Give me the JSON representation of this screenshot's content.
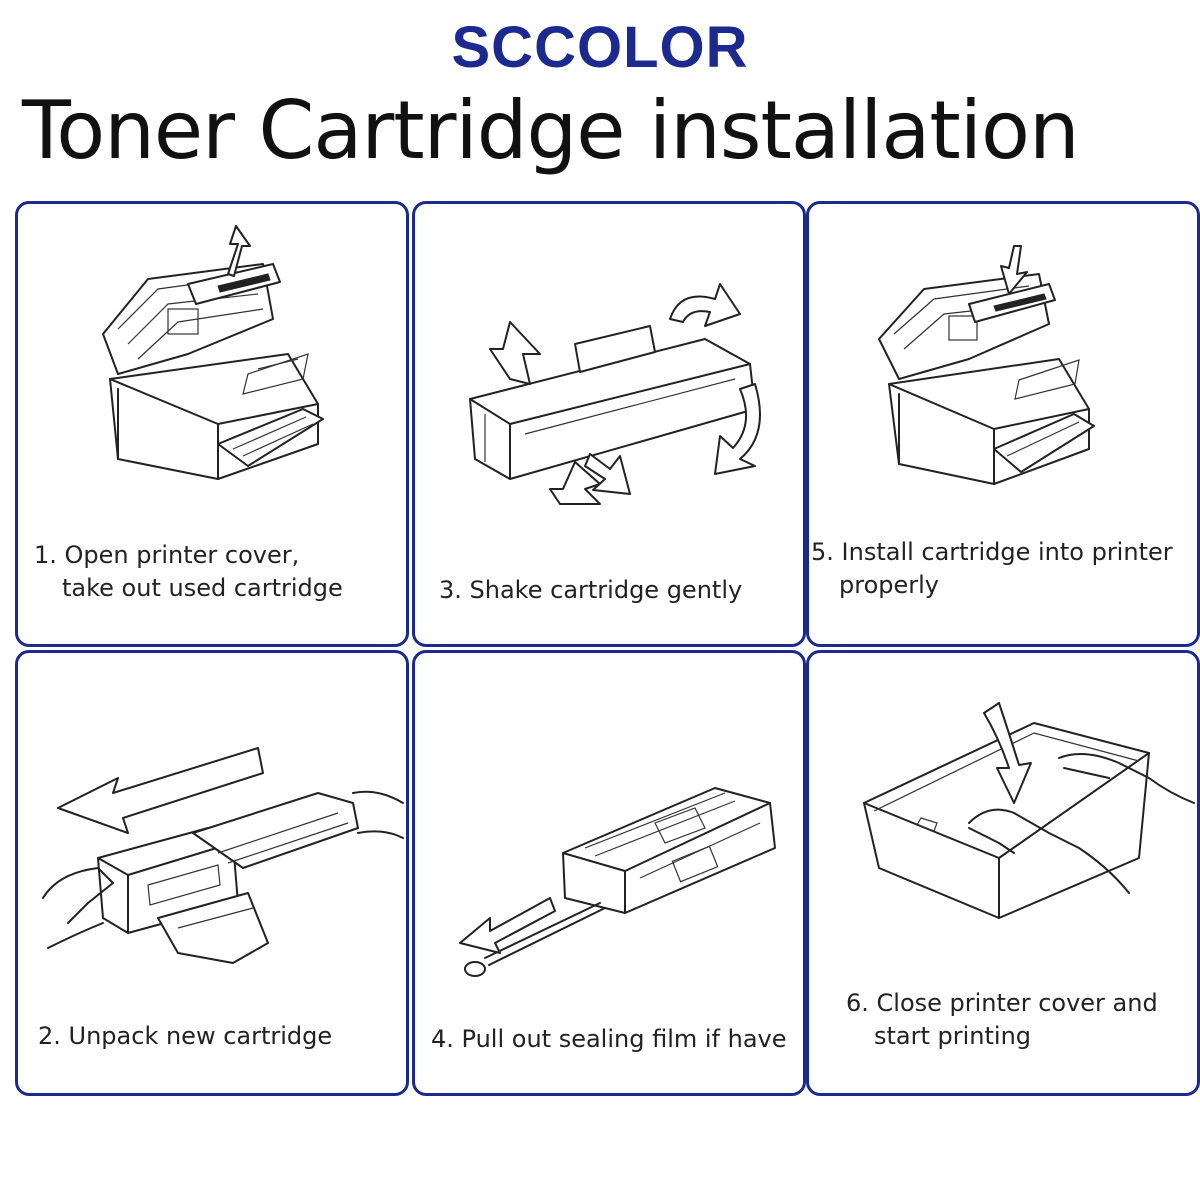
{
  "header": {
    "brand": "SCCOLOR",
    "title": "Toner Cartridge installation"
  },
  "steps": [
    {
      "line1": "1. Open printer cover,",
      "line2": "take out used cartridge"
    },
    {
      "line1": "3. Shake cartridge gently",
      "line2": ""
    },
    {
      "line1": "5. Install cartridge into printer",
      "line2": "properly"
    },
    {
      "line1": "2. Unpack new cartridge",
      "line2": ""
    },
    {
      "line1": "4. Pull out sealing film if have",
      "line2": ""
    },
    {
      "line1": "6. Close printer cover and",
      "line2": "start printing"
    }
  ],
  "colors": {
    "brand": "#1c2a8f",
    "panel_border": "#1c2a8f",
    "text": "#111111"
  }
}
